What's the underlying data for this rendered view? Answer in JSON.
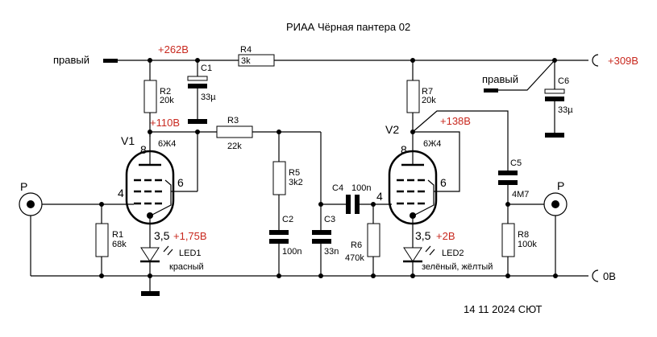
{
  "title": "РИАА Чёрная пантера 02",
  "footer": "14 11 2024 СЮТ",
  "colors": {
    "voltage_label": "#c8281e",
    "wire": "#000000",
    "background": "#ffffff"
  },
  "supply": {
    "input_label_left": "правый",
    "input_label_right": "правый",
    "rail_voltage": "+309В",
    "ground_label": "0В"
  },
  "voltages": {
    "v1_supply": "+262В",
    "v1_anode": "+110В",
    "v1_cathode": "+1,75В",
    "v2_anode": "+138В",
    "v2_cathode": "+2В"
  },
  "connectors": {
    "input": "P",
    "output": "P"
  },
  "tubes": [
    {
      "ref": "V1",
      "type": "6Ж4",
      "pins": {
        "anode": "8",
        "screen": "6",
        "grid": "4",
        "cathode": "3,5"
      }
    },
    {
      "ref": "V2",
      "type": "6Ж4",
      "pins": {
        "anode": "8",
        "screen": "6",
        "grid": "4",
        "cathode": "3,5"
      }
    }
  ],
  "resistors": [
    {
      "ref": "R1",
      "value": "68k"
    },
    {
      "ref": "R2",
      "value": "20k"
    },
    {
      "ref": "R3",
      "value": "22k"
    },
    {
      "ref": "R4",
      "value": "3k"
    },
    {
      "ref": "R5",
      "value": "3k2"
    },
    {
      "ref": "R6",
      "value": "470k"
    },
    {
      "ref": "R7",
      "value": "20k"
    },
    {
      "ref": "R8",
      "value": "100k"
    }
  ],
  "capacitors": [
    {
      "ref": "C1",
      "value": "33µ"
    },
    {
      "ref": "C2",
      "value": "100n"
    },
    {
      "ref": "C3",
      "value": "33n"
    },
    {
      "ref": "C4",
      "value": "100n"
    },
    {
      "ref": "C5",
      "value": "4M7"
    },
    {
      "ref": "C6",
      "value": "33µ"
    }
  ],
  "leds": [
    {
      "ref": "LED1",
      "color": "красный"
    },
    {
      "ref": "LED2",
      "color": "зелёный, жёлтый"
    }
  ]
}
